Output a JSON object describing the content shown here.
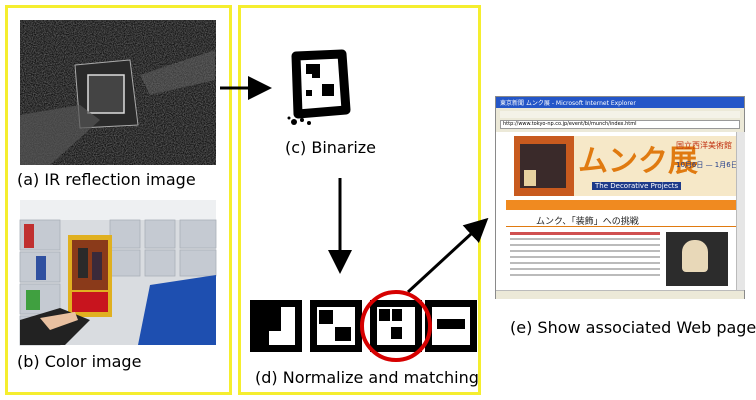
{
  "captions": {
    "ir": "(a) IR reflection image",
    "color": "(b) Color image",
    "binarize": "(c) Binarize",
    "normalize": "(d) Normalize and matching",
    "web": "(e) Show associated Web page"
  },
  "browser": {
    "title_bar": "東京新聞 ムンク展 - Microsoft Internet Explorer",
    "address": "http://www.tokyo-np.co.jp/event/bi/munch/index.html",
    "banner_title": "ムンク展",
    "banner_sub": "The Decorative Projects",
    "museum": "国立西洋美術館",
    "dates": "10月6日 — 1月6日",
    "heading": "ムンク、「装飾」への挑戦"
  },
  "colors": {
    "panel_border": "#f5ee2e",
    "highlight_circle": "#d60000"
  }
}
